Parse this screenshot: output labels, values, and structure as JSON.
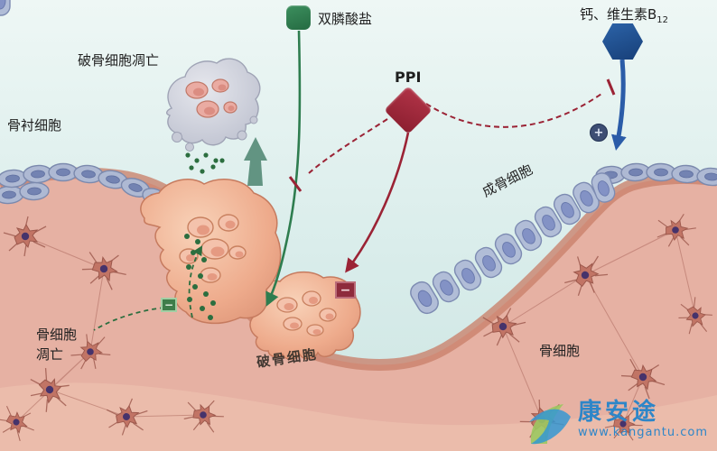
{
  "labels": {
    "bisphosphonate": "双膦酸盐",
    "ppi": "PPI",
    "calcium_vitb12_main": "钙、维生素B",
    "calcium_vitb12_sub": "12",
    "osteoclast_apoptosis": "破骨细胞凋亡",
    "bone_lining_cells": "骨衬细胞",
    "osteoblast": "成骨细胞",
    "osteoclast": "破骨细胞",
    "osteocyte_apoptosis_line1": "骨细胞",
    "osteocyte_apoptosis_line2": "凋亡",
    "osteocyte": "骨细胞"
  },
  "symbols": {
    "inhibit_minus_green": "−",
    "inhibit_minus_red": "−",
    "stimulate_plus": "+"
  },
  "watermark": {
    "brand": "康安途",
    "url": "www.kangantu.com"
  },
  "icons": {
    "bisphosphonate": "green-rounded-square-icon",
    "ppi": "red-diamond-icon",
    "calcium_vitb12": "blue-hexagon-icon",
    "inhibition": "minus-badge-icon",
    "stimulation": "plus-badge-icon",
    "watermark_logo": "leaf-swoosh-icon"
  },
  "colors": {
    "bisphosphonate_green": "#2e7d4f",
    "ppi_red": "#9b2335",
    "calcium_blue": "#1e4e8c",
    "background_cyan": "#dbeeec",
    "bone_pink": "#e6b1a3",
    "bone_surface_band": "#c9806a",
    "cell_blue": "#aeb9d3",
    "osteoclast_orange": "#e8a187",
    "apoptotic_gray": "#c9ccd7",
    "watermark_blue": "#2e86c8"
  }
}
